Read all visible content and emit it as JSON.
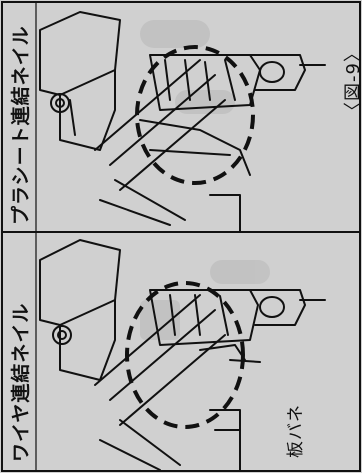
{
  "panels": {
    "wire_nail": {
      "title": "ワイヤ連結ネイル",
      "part_label": "板バネ"
    },
    "plastic_nail": {
      "title": "プラシート連結ネイル"
    }
  },
  "figure": {
    "caption": "〈図-9〉"
  },
  "colors": {
    "line": "#111111",
    "paper": "#d2d2d2"
  }
}
